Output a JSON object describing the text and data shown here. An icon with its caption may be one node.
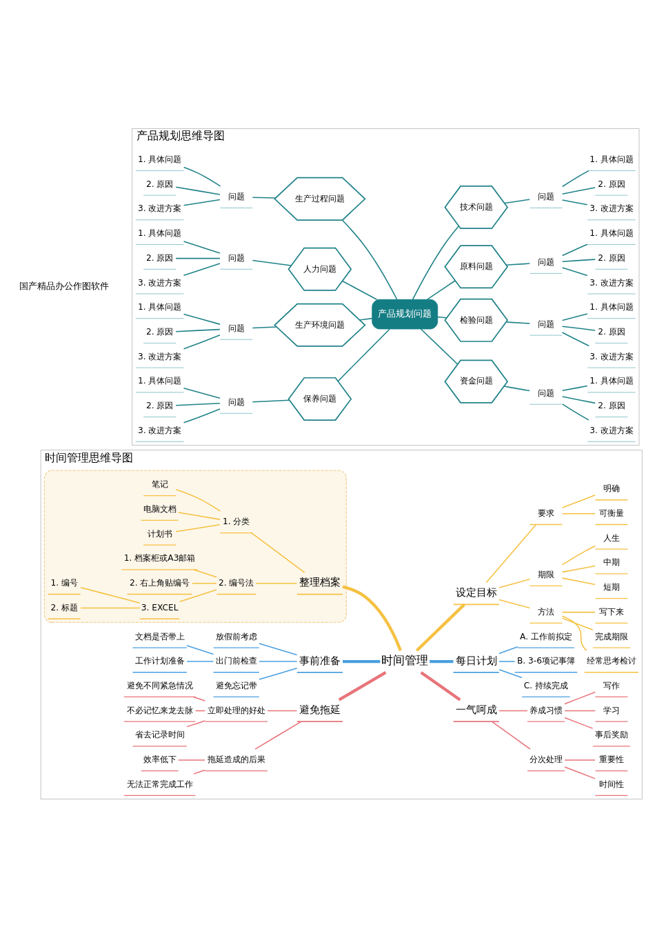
{
  "diagram": {
    "nodes": [
      {
        "text": [
          "产品规划思维导图"
        ]
      },
      {
        "text": [
          "产品规划问题"
        ],
        "in": 0
      },
      {
        "text": [
          "生产过程问题"
        ],
        "in": 0
      },
      {
        "text": [
          "问题"
        ],
        "in": 0
      },
      {
        "text": [
          "1. 具体问题"
        ],
        "in": 0
      },
      {
        "text": [
          "2. 原因"
        ],
        "in": 0
      },
      {
        "text": [
          "3. 改进方案"
        ],
        "in": 0
      },
      {
        "text": [
          "技术问题"
        ],
        "in": 0
      },
      {
        "text": [
          "问题"
        ],
        "in": 0
      },
      {
        "text": [
          "1. 具体问题"
        ],
        "in": 0
      },
      {
        "text": [
          "2. 原因"
        ],
        "in": 0
      },
      {
        "text": [
          "3. 改进方案"
        ],
        "in": 0
      },
      {
        "text": [
          "人力问题"
        ],
        "in": 0
      },
      {
        "text": [
          "问题"
        ],
        "in": 0
      },
      {
        "text": [
          "1. 具体问题"
        ],
        "in": 0
      },
      {
        "text": [
          "2. 原因"
        ],
        "in": 0
      },
      {
        "text": [
          "3. 改进方案"
        ],
        "in": 0
      },
      {
        "text": [
          "原料问题"
        ],
        "in": 0
      },
      {
        "text": [
          "问题"
        ],
        "in": 0
      },
      {
        "text": [
          "1. 具体问题"
        ],
        "in": 0
      },
      {
        "text": [
          "2. 原因"
        ],
        "in": 0
      },
      {
        "text": [
          "3. 改进方案"
        ],
        "in": 0
      },
      {
        "text": [
          "生产环境问题"
        ],
        "in": 0
      },
      {
        "text": [
          "问题"
        ],
        "in": 0
      },
      {
        "text": [
          "1. 具体问题"
        ],
        "in": 0
      },
      {
        "text": [
          "2. 原因"
        ],
        "in": 0
      },
      {
        "text": [
          "3. 改进方案"
        ],
        "in": 0
      },
      {
        "text": [
          "检验问题"
        ],
        "in": 0
      },
      {
        "text": [
          "问题"
        ],
        "in": 0
      },
      {
        "text": [
          "1. 具体问题"
        ],
        "in": 0
      },
      {
        "text": [
          "2. 原因"
        ],
        "in": 0
      },
      {
        "text": [
          "3. 改进方案"
        ],
        "in": 0
      },
      {
        "text": [
          "保养问题"
        ],
        "in": 0
      },
      {
        "text": [
          "问题"
        ],
        "in": 0
      },
      {
        "text": [
          "1. 具体问题"
        ],
        "in": 0
      },
      {
        "text": [
          "2. 原因"
        ],
        "in": 0
      },
      {
        "text": [
          "3. 改进方案"
        ],
        "in": 0
      },
      {
        "text": [
          "资金问题"
        ],
        "in": 0
      },
      {
        "text": [
          "问题"
        ],
        "in": 0
      },
      {
        "text": [
          "1. 具体问题"
        ],
        "in": 0
      },
      {
        "text": [
          "2. 原因"
        ],
        "in": 0
      },
      {
        "text": [
          "3. 改进方案"
        ],
        "in": 0
      },
      {
        "text": [
          "时间管理思维导图"
        ]
      },
      {
        "text": [
          "时间管理"
        ],
        "in": 42
      },
      {
        "text": [],
        "shape": "cloud",
        "in": 42
      },
      {
        "text": [
          "整理档案"
        ],
        "in": 44
      },
      {
        "text": [
          "1. 分类"
        ],
        "in": 44
      },
      {
        "text": [
          "笔记"
        ],
        "in": 44
      },
      {
        "text": [
          "电脑文档"
        ],
        "in": 44
      },
      {
        "text": [
          "计划书"
        ],
        "in": 44
      },
      {
        "text": [
          "2. 编号法"
        ],
        "in": 44
      },
      {
        "text": [
          "1. 档案柜或A3邮箱"
        ],
        "in": 44
      },
      {
        "text": [
          "2. 右上角贴编号"
        ],
        "in": 44
      },
      {
        "text": [
          "3. EXCEL"
        ],
        "in": 44
      },
      {
        "text": [
          "1. 编号"
        ],
        "in": 44
      },
      {
        "text": [
          "2. 标题"
        ],
        "in": 44
      },
      {
        "text": [
          "事前准备"
        ],
        "in": 42
      },
      {
        "text": [
          "放假前考虑"
        ],
        "in": 42
      },
      {
        "text": [
          "出门前检查"
        ],
        "in": 42
      },
      {
        "text": [
          "文档是否带上"
        ],
        "in": 42
      },
      {
        "text": [
          "工作计划准备"
        ],
        "in": 42
      },
      {
        "text": [
          "避免忘记带"
        ],
        "in": 42
      },
      {
        "text": [
          "避免拖延"
        ],
        "in": 42
      },
      {
        "text": [
          "立即处理的好处"
        ],
        "in": 42
      },
      {
        "text": [
          "避免不同紧急情况"
        ],
        "in": 42
      },
      {
        "text": [
          "不必记忆来龙去脉"
        ],
        "in": 42
      },
      {
        "text": [
          "省去记录时间"
        ],
        "in": 42
      },
      {
        "text": [
          "拖延造成的后果"
        ],
        "in": 42
      },
      {
        "text": [
          "效率低下"
        ],
        "in": 42
      },
      {
        "text": [
          "无法正常完成工作"
        ],
        "in": 42
      },
      {
        "text": [
          "设定目标"
        ],
        "in": 42
      },
      {
        "text": [
          "要求"
        ],
        "in": 42
      },
      {
        "text": [
          "明确"
        ],
        "in": 42
      },
      {
        "text": [
          "可衡量"
        ],
        "in": 42
      },
      {
        "text": [
          "期限"
        ],
        "in": 42
      },
      {
        "text": [
          "人生"
        ],
        "in": 42
      },
      {
        "text": [
          "中期"
        ],
        "in": 42
      },
      {
        "text": [
          "短期"
        ],
        "in": 42
      },
      {
        "text": [
          "方法"
        ],
        "in": 42
      },
      {
        "text": [
          "写下来"
        ],
        "in": 42
      },
      {
        "text": [
          "完成期限"
        ],
        "in": 42
      },
      {
        "text": [
          "经常思考检讨"
        ],
        "in": 42
      },
      {
        "text": [
          "每日计划"
        ],
        "in": 42
      },
      {
        "text": [
          "A. 工作前拟定"
        ],
        "in": 42
      },
      {
        "text": [
          "B. 3-6项记事簿"
        ],
        "in": 42
      },
      {
        "text": [
          "C. 持续完成"
        ],
        "in": 42
      },
      {
        "text": [
          "一气呵成"
        ],
        "in": 42
      },
      {
        "text": [
          "养成习惯"
        ],
        "in": 42
      },
      {
        "text": [
          "写作"
        ],
        "in": 42
      },
      {
        "text": [
          "学习"
        ],
        "in": 42
      },
      {
        "text": [
          "事后奖励"
        ],
        "in": 42
      },
      {
        "text": [
          "分次处理"
        ],
        "in": 42
      },
      {
        "text": [
          "重要性"
        ],
        "in": 42
      },
      {
        "text": [
          "时间性"
        ],
        "in": 42
      }
    ],
    "edges": [
      {
        "from": 91,
        "to": 93,
        "arrow": "none",
        "color": "#e8747a"
      },
      {
        "from": 91,
        "to": 92,
        "arrow": "none",
        "color": "#e8747a"
      },
      {
        "from": 86,
        "to": 91,
        "arrow": "none",
        "color": "#e8747a"
      },
      {
        "from": 87,
        "to": 90,
        "arrow": "none",
        "color": "#e8747a"
      },
      {
        "from": 87,
        "to": 89,
        "arrow": "none",
        "color": "#e8747a"
      },
      {
        "from": 87,
        "to": 88,
        "arrow": "none",
        "color": "#e8747a"
      },
      {
        "from": 86,
        "to": 87,
        "arrow": "none",
        "color": "#e8747a"
      },
      {
        "from": 43,
        "to": 86,
        "arrow": "none",
        "style": "thick",
        "color": "#e8747a"
      },
      {
        "from": 82,
        "to": 85,
        "arrow": "none",
        "color": "#4a9fe0"
      },
      {
        "from": 82,
        "to": 84,
        "arrow": "none",
        "color": "#4a9fe0"
      },
      {
        "from": 82,
        "to": 83,
        "arrow": "none",
        "color": "#4a9fe0"
      },
      {
        "from": 43,
        "to": 82,
        "arrow": "none",
        "style": "thick",
        "color": "#4a9fe0"
      },
      {
        "from": 78,
        "to": 81,
        "arrow": "none",
        "color": "#f5c142"
      },
      {
        "from": 78,
        "to": 80,
        "arrow": "none",
        "color": "#f5c142"
      },
      {
        "from": 78,
        "to": 79,
        "arrow": "none",
        "color": "#f5c142"
      },
      {
        "from": 70,
        "to": 78,
        "arrow": "none",
        "color": "#f5c142"
      },
      {
        "from": 74,
        "to": 77,
        "arrow": "none",
        "color": "#f5c142"
      },
      {
        "from": 74,
        "to": 76,
        "arrow": "none",
        "color": "#f5c142"
      },
      {
        "from": 74,
        "to": 75,
        "arrow": "none",
        "color": "#f5c142"
      },
      {
        "from": 70,
        "to": 74,
        "arrow": "none",
        "color": "#f5c142"
      },
      {
        "from": 71,
        "to": 73,
        "arrow": "none",
        "color": "#f5c142"
      },
      {
        "from": 71,
        "to": 72,
        "arrow": "none",
        "color": "#f5c142"
      },
      {
        "from": 70,
        "to": 71,
        "arrow": "none",
        "color": "#f5c142"
      },
      {
        "from": 43,
        "to": 70,
        "arrow": "none",
        "style": "thick",
        "color": "#f5c142"
      },
      {
        "from": 69,
        "to": 67,
        "arrow": "none",
        "color": "#e8747a"
      },
      {
        "from": 68,
        "to": 67,
        "arrow": "none",
        "color": "#e8747a"
      },
      {
        "from": 67,
        "to": 62,
        "arrow": "none",
        "color": "#e8747a"
      },
      {
        "from": 66,
        "to": 63,
        "arrow": "none",
        "color": "#e8747a"
      },
      {
        "from": 65,
        "to": 63,
        "arrow": "none",
        "color": "#e8747a"
      },
      {
        "from": 64,
        "to": 63,
        "arrow": "none",
        "color": "#e8747a"
      },
      {
        "from": 63,
        "to": 62,
        "arrow": "none",
        "color": "#e8747a"
      },
      {
        "from": 62,
        "to": 43,
        "arrow": "none",
        "style": "thick",
        "color": "#e8747a"
      },
      {
        "from": 61,
        "to": 56,
        "arrow": "none",
        "color": "#4a9fe0"
      },
      {
        "from": 60,
        "to": 58,
        "arrow": "none",
        "color": "#4a9fe0"
      },
      {
        "from": 59,
        "to": 58,
        "arrow": "none",
        "color": "#4a9fe0"
      },
      {
        "from": 58,
        "to": 56,
        "arrow": "none",
        "color": "#4a9fe0"
      },
      {
        "from": 57,
        "to": 56,
        "arrow": "none",
        "color": "#4a9fe0"
      },
      {
        "from": 56,
        "to": 43,
        "arrow": "none",
        "style": "thick",
        "color": "#4a9fe0"
      },
      {
        "from": 55,
        "to": 53,
        "arrow": "none",
        "color": "#f5c142"
      },
      {
        "from": 54,
        "to": 53,
        "arrow": "none",
        "color": "#f5c142"
      },
      {
        "from": 53,
        "to": 50,
        "arrow": "none",
        "color": "#f5c142"
      },
      {
        "from": 52,
        "to": 50,
        "arrow": "none",
        "color": "#f5c142"
      },
      {
        "from": 51,
        "to": 50,
        "arrow": "none",
        "color": "#f5c142"
      },
      {
        "from": 50,
        "to": 45,
        "arrow": "none",
        "color": "#f5c142"
      },
      {
        "from": 49,
        "to": 46,
        "arrow": "none",
        "color": "#f5c142"
      },
      {
        "from": 48,
        "to": 46,
        "arrow": "none",
        "color": "#f5c142"
      },
      {
        "from": 47,
        "to": 46,
        "arrow": "none",
        "color": "#f5c142"
      },
      {
        "from": 46,
        "to": 45,
        "arrow": "none",
        "color": "#f5c142"
      },
      {
        "from": 45,
        "to": 43,
        "arrow": "none",
        "style": "thick",
        "color": "#f5c142"
      },
      {
        "from": 38,
        "to": 41,
        "arrow": "none"
      },
      {
        "from": 38,
        "to": 40,
        "arrow": "none"
      },
      {
        "from": 38,
        "to": 39,
        "arrow": "none"
      },
      {
        "from": 37,
        "to": 38,
        "arrow": "none"
      },
      {
        "from": 1,
        "to": 37,
        "arrow": "none"
      },
      {
        "from": 36,
        "to": 33,
        "arrow": "none"
      },
      {
        "from": 35,
        "to": 33,
        "arrow": "none"
      },
      {
        "from": 34,
        "to": 33,
        "arrow": "none"
      },
      {
        "from": 33,
        "to": 32,
        "arrow": "none"
      },
      {
        "from": 32,
        "to": 1,
        "arrow": "none"
      },
      {
        "from": 28,
        "to": 31,
        "arrow": "none"
      },
      {
        "from": 28,
        "to": 30,
        "arrow": "none"
      },
      {
        "from": 28,
        "to": 29,
        "arrow": "none"
      },
      {
        "from": 27,
        "to": 28,
        "arrow": "none"
      },
      {
        "from": 1,
        "to": 27,
        "arrow": "none"
      },
      {
        "from": 26,
        "to": 23,
        "arrow": "none"
      },
      {
        "from": 25,
        "to": 23,
        "arrow": "none"
      },
      {
        "from": 24,
        "to": 23,
        "arrow": "none"
      },
      {
        "from": 23,
        "to": 22,
        "arrow": "none"
      },
      {
        "from": 22,
        "to": 1,
        "arrow": "none"
      },
      {
        "from": 18,
        "to": 21,
        "arrow": "none"
      },
      {
        "from": 18,
        "to": 20,
        "arrow": "none"
      },
      {
        "from": 18,
        "to": 19,
        "arrow": "none"
      },
      {
        "from": 17,
        "to": 18,
        "arrow": "none"
      },
      {
        "from": 1,
        "to": 17,
        "arrow": "none"
      },
      {
        "from": 16,
        "to": 13,
        "arrow": "none"
      },
      {
        "from": 15,
        "to": 13,
        "arrow": "none"
      },
      {
        "from": 14,
        "to": 13,
        "arrow": "none"
      },
      {
        "from": 13,
        "to": 12,
        "arrow": "none"
      },
      {
        "from": 12,
        "to": 1,
        "arrow": "none"
      },
      {
        "from": 8,
        "to": 11,
        "arrow": "none"
      },
      {
        "from": 8,
        "to": 10,
        "arrow": "none"
      },
      {
        "from": 8,
        "to": 9,
        "arrow": "none"
      },
      {
        "from": 7,
        "to": 8,
        "arrow": "none"
      },
      {
        "from": 1,
        "to": 7,
        "arrow": "none"
      },
      {
        "from": 6,
        "to": 3,
        "arrow": "none"
      },
      {
        "from": 5,
        "to": 3,
        "arrow": "none"
      },
      {
        "from": 4,
        "to": 3,
        "arrow": "none"
      },
      {
        "from": 3,
        "to": 2,
        "arrow": "none"
      },
      {
        "from": 2,
        "to": 1,
        "arrow": "none"
      }
    ],
    "labels": [
      "国产精品办公作图软件"
    ]
  }
}
